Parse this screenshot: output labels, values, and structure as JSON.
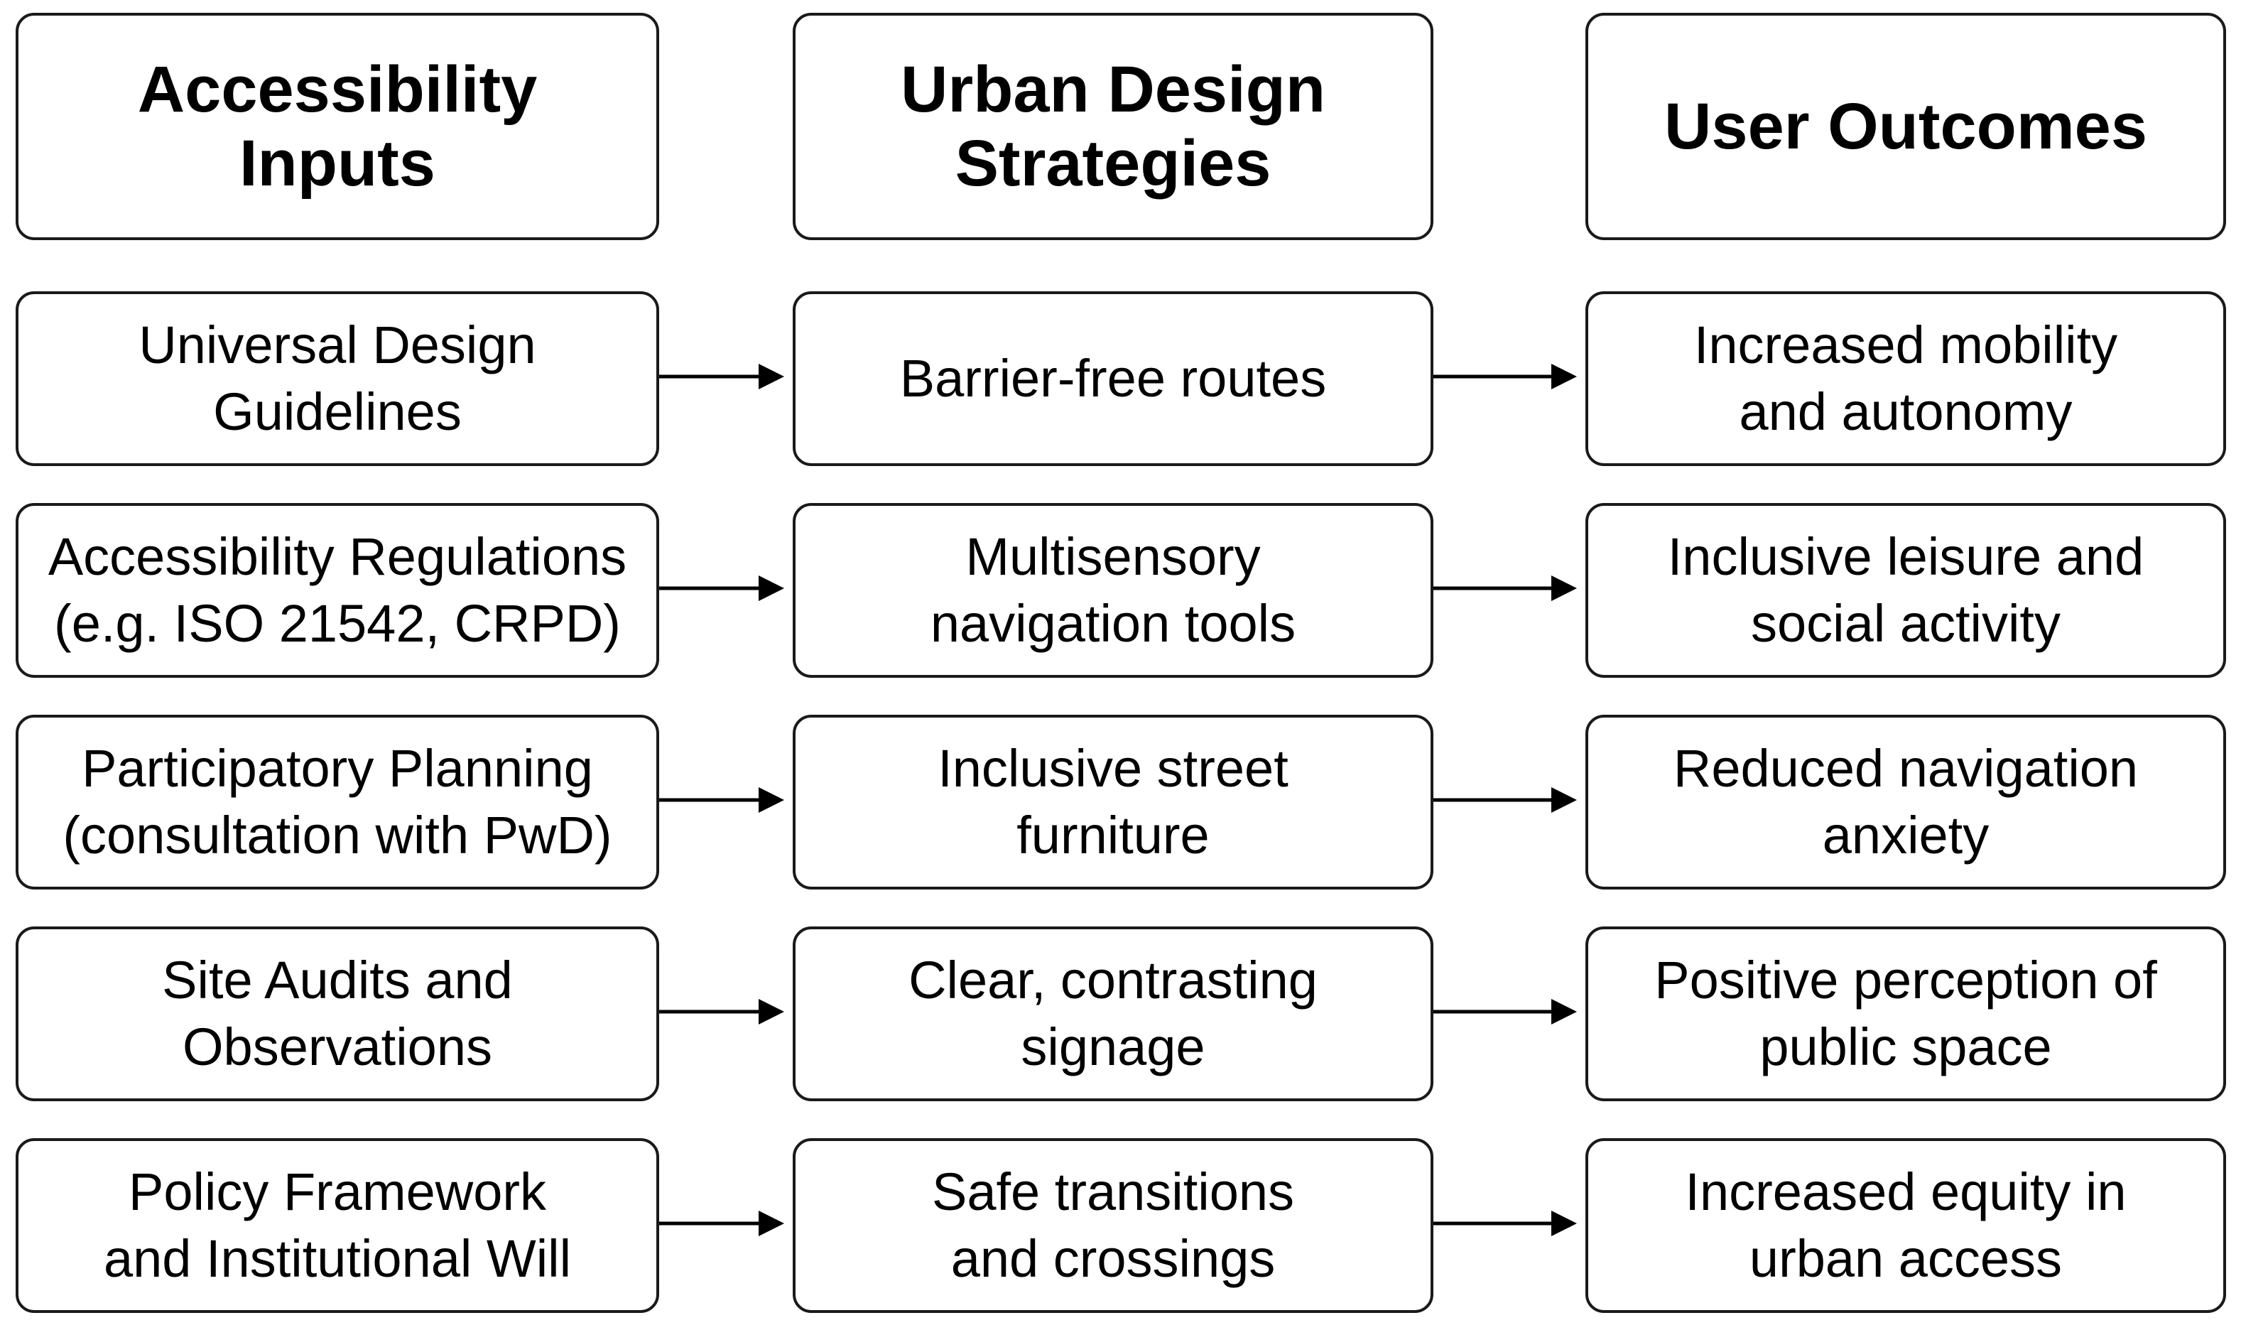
{
  "headers": {
    "inputs": "Accessibility\nInputs",
    "strategies": "Urban Design\nStrategies",
    "outcomes": "User Outcomes"
  },
  "rows": [
    {
      "input": "Universal Design\nGuidelines",
      "strategy": "Barrier-free routes",
      "outcome": "Increased mobility\nand autonomy"
    },
    {
      "input": "Accessibility Regulations\n(e.g. ISO 21542, CRPD)",
      "strategy": "Multisensory\nnavigation tools",
      "outcome": "Inclusive leisure and\nsocial activity"
    },
    {
      "input": "Participatory Planning\n(consultation with PwD)",
      "strategy": "Inclusive street\nfurniture",
      "outcome": "Reduced navigation\nanxiety"
    },
    {
      "input": "Site Audits and\nObservations",
      "strategy": "Clear, contrasting\nsignage",
      "outcome": "Positive perception of\npublic space"
    },
    {
      "input": "Policy Framework\nand Institutional Will",
      "strategy": "Safe transitions\nand crossings",
      "outcome": "Increased equity in\nurban access"
    }
  ]
}
